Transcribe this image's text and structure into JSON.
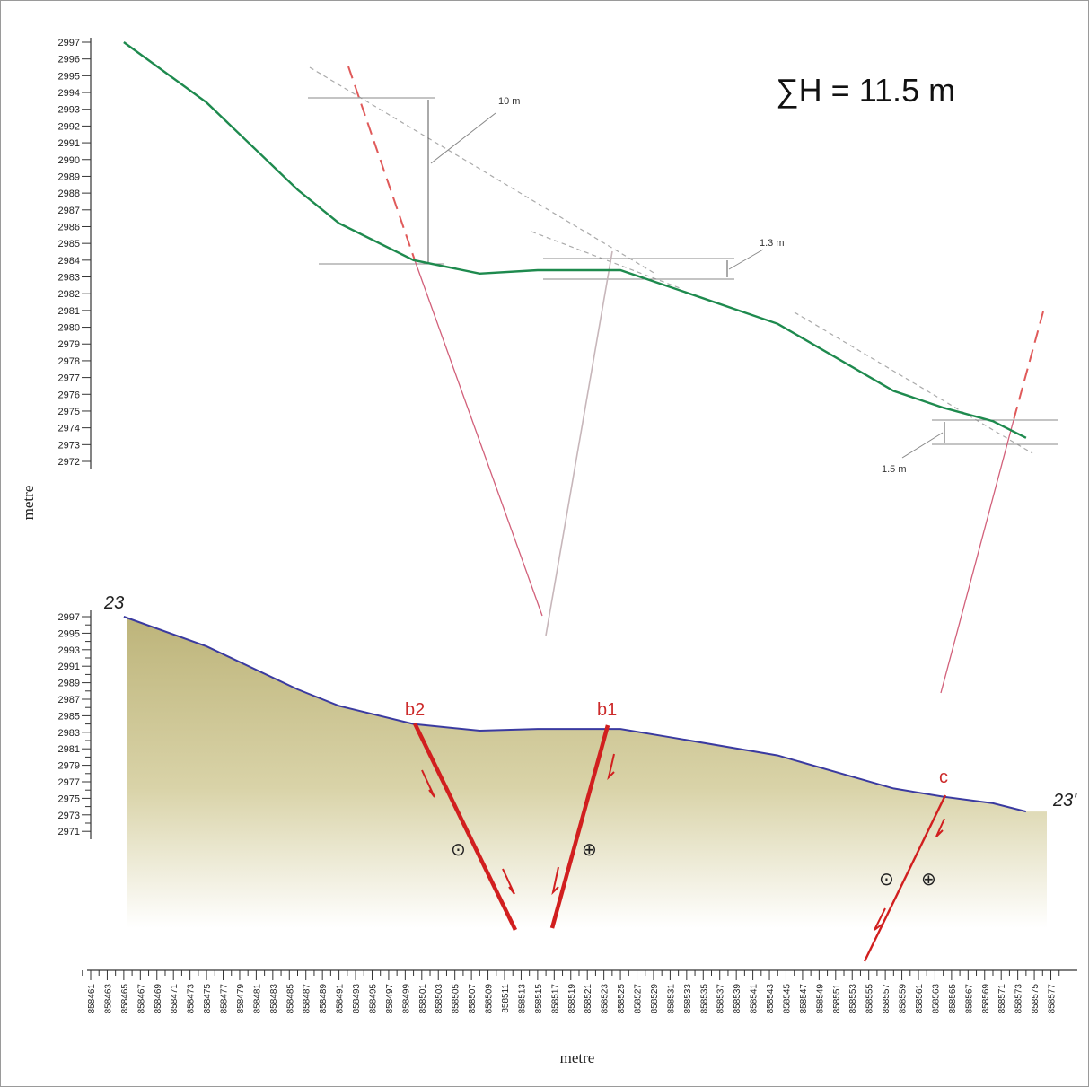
{
  "profile": {
    "sum_label": "∑H = 11.5 m",
    "left_axis_title": "metre",
    "bottom_axis_title": "metre",
    "top_y_ticks": [
      "2997",
      "2996",
      "2995",
      "2994",
      "2993",
      "2992",
      "2991",
      "2990",
      "2989",
      "2988",
      "2987",
      "2986",
      "2985",
      "2984",
      "2983",
      "2982",
      "2981",
      "2980",
      "2979",
      "2978",
      "2977",
      "2976",
      "2975",
      "2974",
      "2973",
      "2972"
    ],
    "bottom_y_ticks": [
      "2997",
      "2995",
      "2993",
      "2991",
      "2989",
      "2987",
      "2985",
      "2983",
      "2981",
      "2979",
      "2977",
      "2975",
      "2973",
      "2971"
    ],
    "x_ticks": [
      "858461",
      "858463",
      "858465",
      "858467",
      "858469",
      "858471",
      "858473",
      "858475",
      "858477",
      "858479",
      "858481",
      "858483",
      "858485",
      "858487",
      "858489",
      "858491",
      "858493",
      "858495",
      "858497",
      "858499",
      "858501",
      "858503",
      "858505",
      "858507",
      "858509",
      "858511",
      "858513",
      "858515",
      "858517",
      "858519",
      "858521",
      "858523",
      "858525",
      "858527",
      "858529",
      "858531",
      "858533",
      "858535",
      "858537",
      "858539",
      "858541",
      "858543",
      "858545",
      "858547",
      "858549",
      "858551",
      "858553",
      "858555",
      "858557",
      "858559",
      "858561",
      "858563",
      "858565",
      "858567",
      "858569",
      "858571",
      "858573",
      "858575",
      "858577"
    ],
    "throw_annotations": [
      "10 m",
      "1.3 m",
      "1.5 m"
    ],
    "section_end_left": "23",
    "section_end_right": "23'",
    "fault_labels": [
      "b2",
      "b1",
      "c"
    ],
    "motion_symbols": [
      "⊙",
      "⊕",
      "⊙",
      "⊕"
    ],
    "surface_profile": [
      {
        "x": 858465,
        "y": 2997
      },
      {
        "x": 858475,
        "y": 2993.4
      },
      {
        "x": 858486,
        "y": 2988.2
      },
      {
        "x": 858491,
        "y": 2986.2
      },
      {
        "x": 858500,
        "y": 2984
      },
      {
        "x": 858508,
        "y": 2983.2
      },
      {
        "x": 858515,
        "y": 2983.4
      },
      {
        "x": 858525,
        "y": 2983.4
      },
      {
        "x": 858531,
        "y": 2982.4
      },
      {
        "x": 858544,
        "y": 2980.2
      },
      {
        "x": 858558,
        "y": 2976.2
      },
      {
        "x": 858564,
        "y": 2975.2
      },
      {
        "x": 858570,
        "y": 2974.4
      },
      {
        "x": 858574,
        "y": 2973.4
      }
    ],
    "colors": {
      "profile_line": "#1e8a4e",
      "fault": "#d11f1f",
      "fault_thin": "#c8506a",
      "fill_top": "#c8c08a",
      "surface_line": "#3a3aa0"
    }
  }
}
